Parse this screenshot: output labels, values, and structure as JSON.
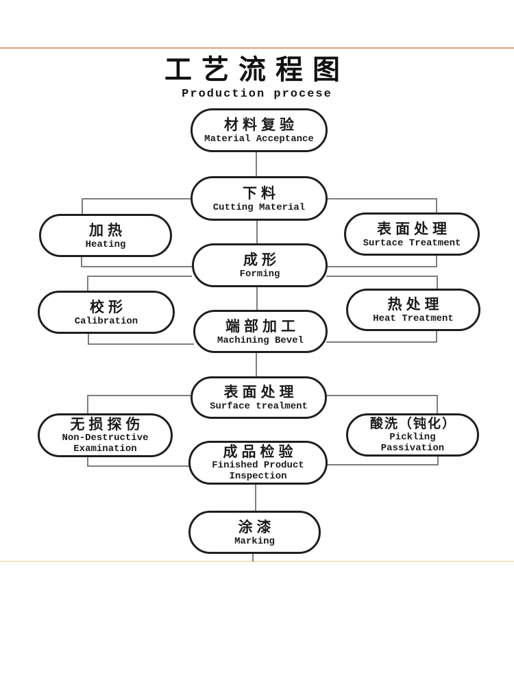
{
  "page": {
    "title_cn": "工艺流程图",
    "title_en": "Production procese"
  },
  "colors": {
    "top_rule": "#e69b7d",
    "bottom_rule": "#f2e3bd",
    "node_border": "#1e1e1e",
    "connector": "#7d7d7d",
    "text": "#1b1b1b"
  },
  "nodes": {
    "material_acceptance": {
      "cn": "材料复验",
      "en": "Material Acceptance"
    },
    "cutting_material": {
      "cn": "下料",
      "en": "Cutting Material"
    },
    "heating": {
      "cn": "加热",
      "en": "Heating"
    },
    "surface_treatment_right": {
      "cn": "表面处理",
      "en": "Surtace Treatment"
    },
    "forming": {
      "cn": "成形",
      "en": "Forming"
    },
    "calibration": {
      "cn": "校形",
      "en": "Calibration"
    },
    "heat_treatment": {
      "cn": "热处理",
      "en": "Heat Treatment"
    },
    "machining_bevel": {
      "cn": "端部加工",
      "en": "Machining Bevel"
    },
    "surface_treatment_center": {
      "cn": "表面处理",
      "en": "Surface trealment"
    },
    "non_destructive": {
      "cn": "无损探伤",
      "en1": "Non-Destructive",
      "en2": "Examination"
    },
    "pickling": {
      "cn": "酸洗（钝化）",
      "en1": "Pickling",
      "en2": "Passivation"
    },
    "finished_inspection": {
      "cn": "成品检验",
      "en1": "Finished Product",
      "en2": "Inspection"
    },
    "marking": {
      "cn": "涂漆",
      "en": "Marking"
    }
  }
}
